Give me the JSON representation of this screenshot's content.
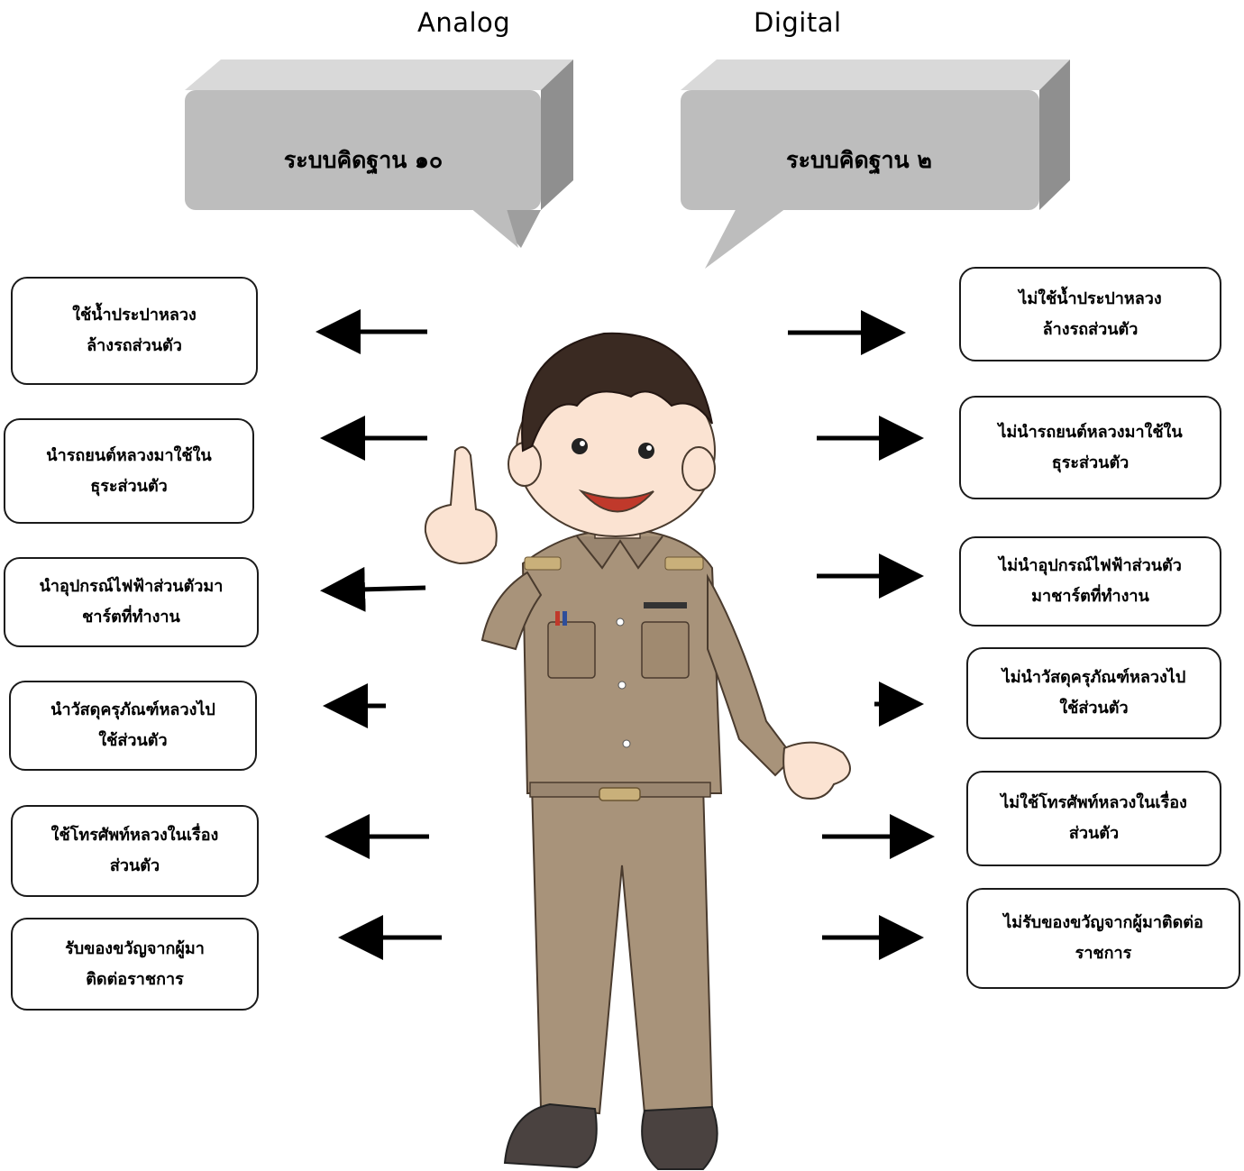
{
  "headings": {
    "analog": "Analog",
    "digital": "Digital"
  },
  "bubbles": {
    "left": "ระบบคิดฐาน ๑๐",
    "right": "ระบบคิดฐาน ๒"
  },
  "left_items": [
    {
      "line1": "ใช้น้ำประปาหลวง",
      "line2": "ล้างรถส่วนตัว"
    },
    {
      "line1": "นำรถยนต์หลวงมาใช้ใน",
      "line2": "ธุระส่วนตัว"
    },
    {
      "line1": "นำอุปกรณ์ไฟฟ้าส่วนตัวมา",
      "line2": "ชาร์ตที่ทำงาน"
    },
    {
      "line1": "นำวัสดุครุภัณฑ์หลวงไป",
      "line2": "ใช้ส่วนตัว"
    },
    {
      "line1": "ใช้โทรศัพท์หลวงในเรื่อง",
      "line2": "ส่วนตัว"
    },
    {
      "line1": "รับของขวัญจากผู้มา",
      "line2": "ติดต่อราชการ"
    }
  ],
  "right_items": [
    {
      "line1": "ไม่ใช้น้ำประปาหลวง",
      "line2": "ล้างรถส่วนตัว"
    },
    {
      "line1": "ไม่นำรถยนต์หลวงมาใช้ใน",
      "line2": "ธุระส่วนตัว"
    },
    {
      "line1": "ไม่นำอุปกรณ์ไฟฟ้าส่วนตัว",
      "line2": "มาชาร์ตที่ทำงาน"
    },
    {
      "line1": "ไม่นำวัสดุครุภัณฑ์หลวงไป",
      "line2": "ใช้ส่วนตัว"
    },
    {
      "line1": "ไม่ใช้โทรศัพท์หลวงในเรื่อง",
      "line2": "ส่วนตัว"
    },
    {
      "line1": "ไม่รับของขวัญจากผู้มาติดต่อ",
      "line2": "ราชการ"
    }
  ],
  "colors": {
    "bubble_front": "#bdbdbd",
    "bubble_top": "#d9d9d9",
    "bubble_side": "#8f8f8f",
    "uniform": "#a8937a",
    "hair": "#3a2a22"
  }
}
